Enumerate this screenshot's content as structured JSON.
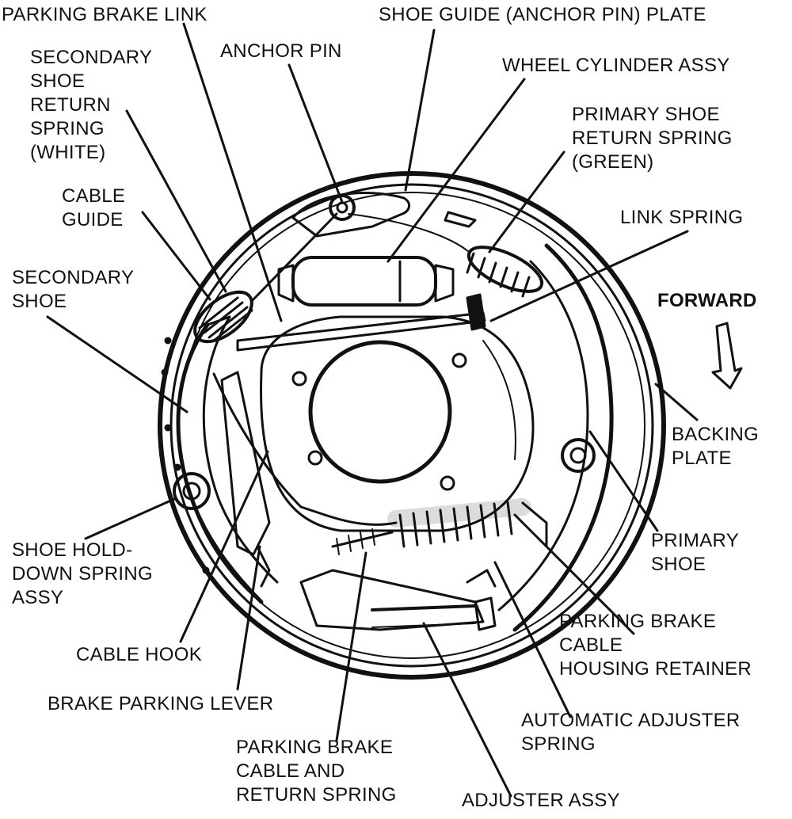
{
  "colors": {
    "ink": "#111111",
    "background": "#ffffff"
  },
  "labels": {
    "parking_brake_link": [
      "PARKING BRAKE LINK"
    ],
    "shoe_guide_plate": [
      "SHOE GUIDE (ANCHOR PIN) PLATE"
    ],
    "anchor_pin": [
      "ANCHOR PIN"
    ],
    "wheel_cylinder_assy": [
      "WHEEL CYLINDER ASSY"
    ],
    "secondary_shoe_return_spring": [
      "SECONDARY",
      "SHOE",
      "RETURN",
      "SPRING",
      "(WHITE)"
    ],
    "primary_shoe_return_spring": [
      "PRIMARY SHOE",
      "RETURN SPRING",
      "(GREEN)"
    ],
    "cable_guide": [
      "CABLE",
      "GUIDE"
    ],
    "link_spring": [
      "LINK SPRING"
    ],
    "secondary_shoe": [
      "SECONDARY",
      "SHOE"
    ],
    "forward": [
      "FORWARD"
    ],
    "backing_plate": [
      "BACKING",
      "PLATE"
    ],
    "primary_shoe": [
      "PRIMARY",
      "SHOE"
    ],
    "shoe_hold_down_spring_assy": [
      "SHOE HOLD-",
      "DOWN SPRING",
      "ASSY"
    ],
    "parking_brake_cable_housing_retainer": [
      "PARKING BRAKE",
      "CABLE",
      "HOUSING RETAINER"
    ],
    "cable_hook": [
      "CABLE HOOK"
    ],
    "brake_parking_lever": [
      "BRAKE PARKING LEVER"
    ],
    "automatic_adjuster_spring": [
      "AUTOMATIC ADJUSTER",
      "SPRING"
    ],
    "parking_brake_cable_and_return_spring": [
      "PARKING BRAKE",
      "CABLE AND",
      "RETURN SPRING"
    ],
    "adjuster_assy": [
      "ADJUSTER ASSY"
    ]
  }
}
